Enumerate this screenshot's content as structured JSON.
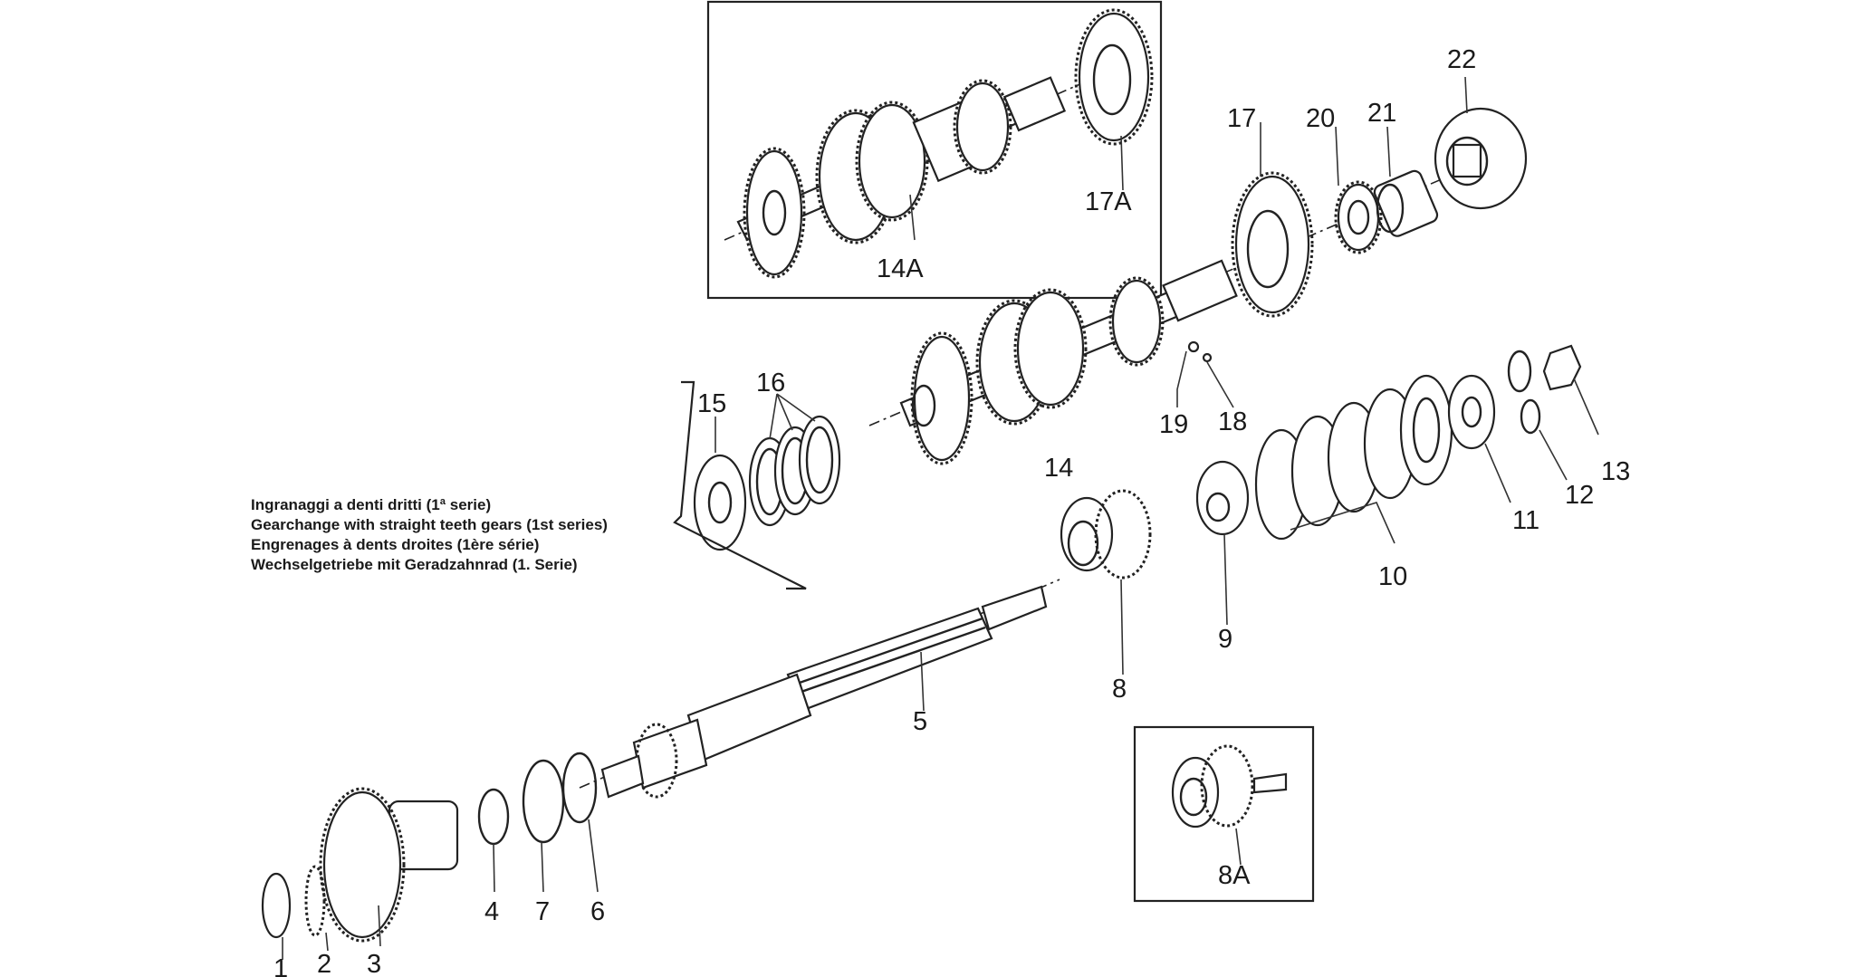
{
  "part_labels": {
    "p1": "1",
    "p2": "2",
    "p3": "3",
    "p4": "4",
    "p5": "5",
    "p6": "6",
    "p7": "7",
    "p8": "8",
    "p8a": "8A",
    "p9": "9",
    "p10": "10",
    "p11": "11",
    "p12": "12",
    "p13": "13",
    "p14": "14",
    "p14a": "14A",
    "p15": "15",
    "p16": "16",
    "p17": "17",
    "p17a": "17A",
    "p18": "18",
    "p19": "19",
    "p20": "20",
    "p21": "21",
    "p22": "22"
  },
  "note_lines": [
    "Ingranaggi a denti dritti (1ª serie)",
    "Gearchange with straight teeth gears (1st series)",
    "Engrenages à dents droites (1ère série)",
    "Wechselgetriebe mit Geradzahnrad (1. Serie)"
  ]
}
